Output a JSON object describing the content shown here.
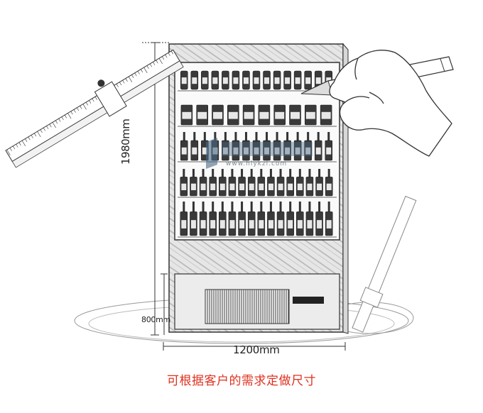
{
  "dimensions": {
    "height_label": "1980mm",
    "base_height_label": "800mm",
    "width_label": "1200mm"
  },
  "caption": "可根据客户的需求定做尺寸",
  "watermark": {
    "url": "www.hlykzl.com"
  },
  "colors": {
    "caption": "#e0301e",
    "sketch_line": "#333333",
    "cabinet_shading": "#cfcfcf",
    "watermark": "#4a6a86"
  },
  "icons": [
    "ruler-icon",
    "pencil-icon",
    "hand-icon"
  ]
}
